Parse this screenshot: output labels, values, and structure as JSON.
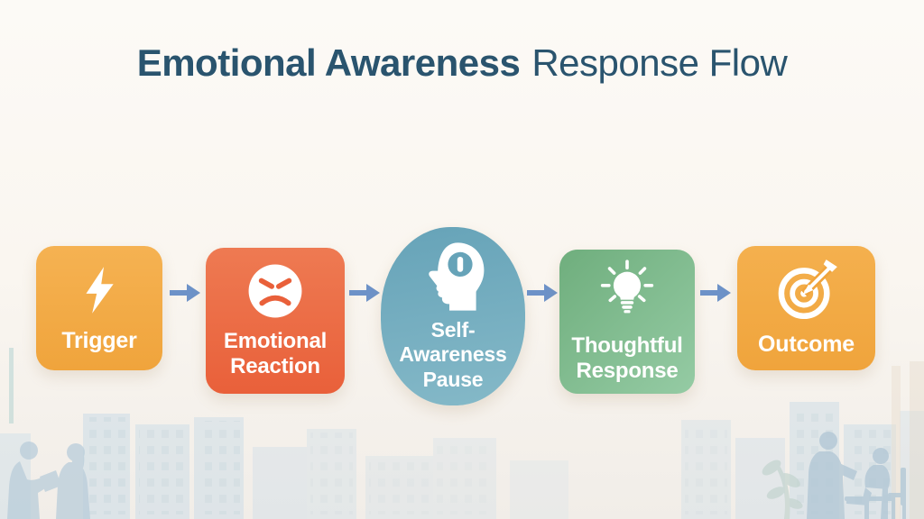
{
  "title": {
    "emphasis": "Emotional Awareness",
    "rest": "Response Flow",
    "color": "#2a546e"
  },
  "flow": {
    "arrow_color": "#6d92c8",
    "text_color": "#ffffff",
    "steps": [
      {
        "label": "Trigger",
        "icon": "lightning-bolt-icon",
        "shape": "rounded-square",
        "color": "#f0a43c",
        "color_light": "#f5b252"
      },
      {
        "label": "Emotional Reaction",
        "icon": "angry-face-icon",
        "shape": "rounded-square",
        "color": "#e9603a",
        "color_light": "#ee7a52"
      },
      {
        "label": "Self-Awareness Pause",
        "icon": "head-pause-icon",
        "shape": "oval",
        "color": "#66a3b8",
        "color_light": "#85b9c8"
      },
      {
        "label": "Thoughtful Response",
        "icon": "lightbulb-icon",
        "shape": "rounded-square",
        "color": "#6fae7d",
        "color_light": "#95cba4"
      },
      {
        "label": "Outcome",
        "icon": "target-arrow-icon",
        "shape": "rounded-square",
        "color": "#f0a43c",
        "color_light": "#f4b04e"
      }
    ]
  },
  "background": {
    "color": "#faf6f0",
    "decorations": [
      "city-skyline-silhouette",
      "two-people-talking-silhouette-left",
      "standing-and-seated-people-silhouette-right",
      "plant-silhouette",
      "window-frame-right"
    ]
  }
}
